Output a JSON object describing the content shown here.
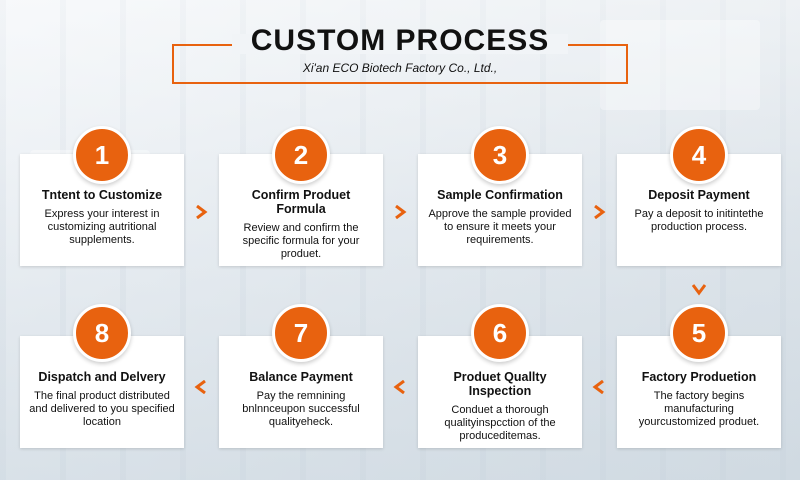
{
  "header": {
    "title": "CUSTOM PROCESS",
    "subtitle": "Xi'an ECO Biotech Factory Co., Ltd.,"
  },
  "accent_color": "#e8620f",
  "steps": [
    {
      "number": "1",
      "title": "Tntent to Customize",
      "desc": "Express your interest in customizing autritional supplements."
    },
    {
      "number": "2",
      "title": "Confirm Produet Formula",
      "desc": "Review and confirm the specific formula for your produet."
    },
    {
      "number": "3",
      "title": "Sample Confirmation",
      "desc": "Approve the sample provided to ensure it meets your requirements."
    },
    {
      "number": "4",
      "title": "Deposit Payment",
      "desc": "Pay a deposit to initintethe production process."
    },
    {
      "number": "5",
      "title": "Factory Produetion",
      "desc": "The factory begins manufacturing yourcustomized produet."
    },
    {
      "number": "6",
      "title": "Produet Quallty Inspection",
      "desc": "Conduet a thorough qualityinspcction of the produceditemas."
    },
    {
      "number": "7",
      "title": "Balance Payment",
      "desc": "Pay the remnining bnlnnceupon successful qualityeheck."
    },
    {
      "number": "8",
      "title": "Dispatch and Delvery",
      "desc": "The final product distributed and delivered to you specified location"
    }
  ],
  "icons": [
    "arrow-right-icon",
    "arrow-down-icon",
    "arrow-left-icon"
  ]
}
